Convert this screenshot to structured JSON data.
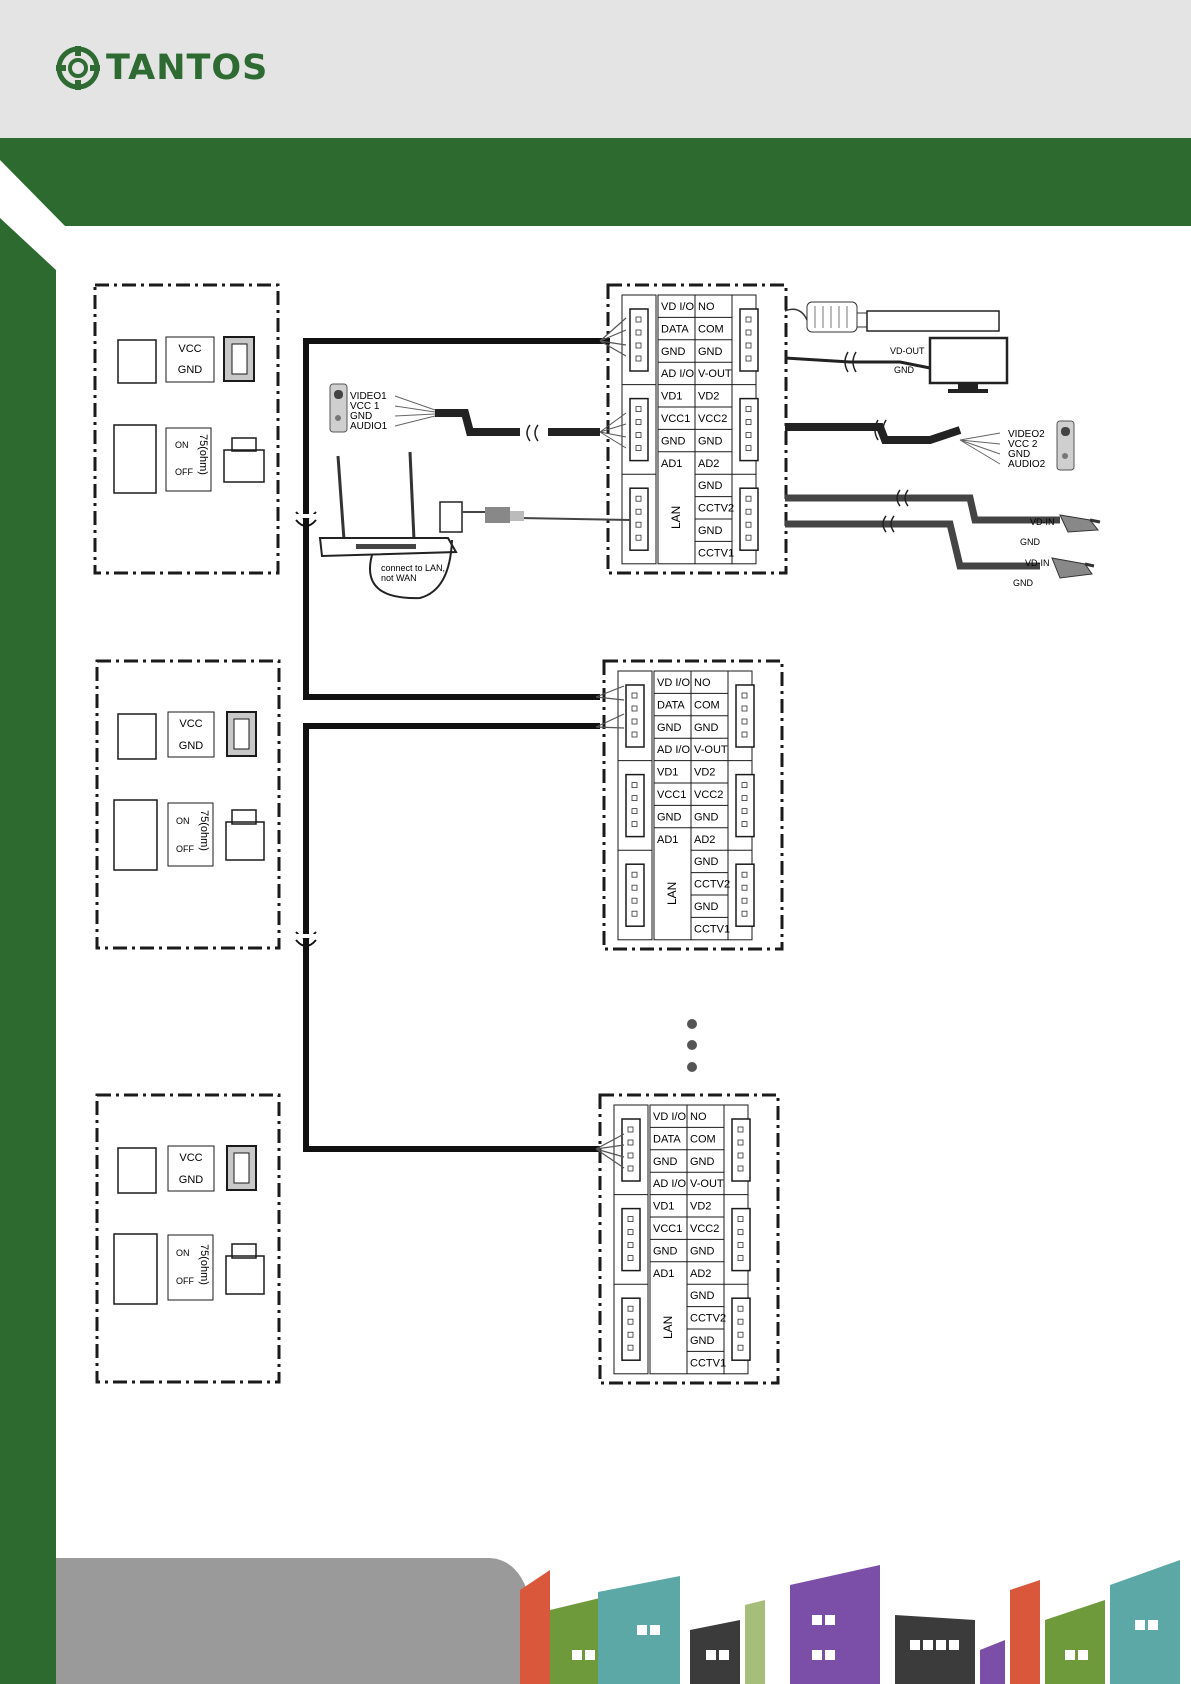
{
  "brand": {
    "name": "TANTOS",
    "color": "#2e6b32"
  },
  "colors": {
    "green": "#2d6a2f",
    "gray": "#8f8f8f",
    "line": "#1a1a1a"
  },
  "monitor": {
    "vcc": "VCC",
    "gnd": "GND",
    "on": "ON",
    "off": "OFF",
    "ohm": "75(ohm)"
  },
  "board": {
    "left_column": [
      "VD I/O",
      "DATA",
      "GND",
      "AD I/O",
      "VD1",
      "VCC1",
      "GND",
      "AD1"
    ],
    "lan": "LAN",
    "right_column": [
      "NO",
      "COM",
      "GND",
      "V-OUT",
      "VD2",
      "VCC2",
      "GND",
      "AD2",
      "GND",
      "CCTV2",
      "GND",
      "CCTV1"
    ]
  },
  "callpanel1": [
    "VIDEO1",
    "VCC 1",
    "GND",
    "AUDIO1"
  ],
  "callpanel2": [
    "VIDEO2",
    "VCC 2",
    "GND",
    "AUDIO2"
  ],
  "router_note": [
    "connect to LAN,",
    "not WAN"
  ],
  "tv_labels": {
    "vd_out": "VD-OUT",
    "gnd": "GND"
  },
  "camera_labels": {
    "vd_in": "VD-IN",
    "gnd": "GND"
  }
}
